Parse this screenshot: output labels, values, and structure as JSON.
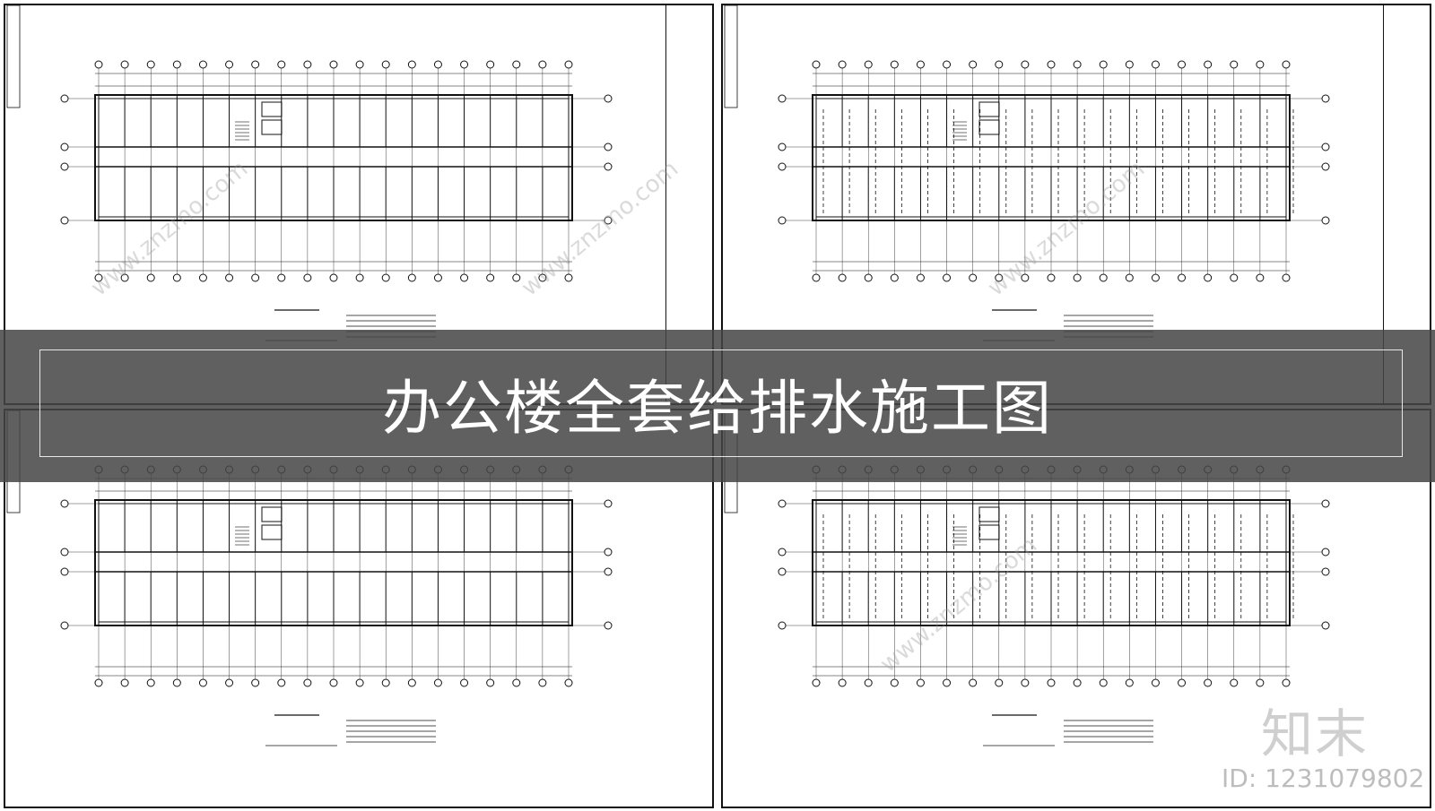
{
  "banner": {
    "title": "办公楼全套给排水施工图"
  },
  "branding": {
    "logo_text": "知末",
    "image_id": "ID: 1231079802"
  },
  "watermarks": [
    "www.znzmo.com",
    "www.znzmo.com",
    "www.znzmo.com",
    "www.znzmo.com"
  ],
  "sheets": [
    {
      "id": "top-left"
    },
    {
      "id": "top-right"
    },
    {
      "id": "bottom-left"
    },
    {
      "id": "bottom-right"
    }
  ],
  "colors": {
    "line": "#111111",
    "banner_bg": "#464646",
    "banner_text": "#ffffff"
  }
}
